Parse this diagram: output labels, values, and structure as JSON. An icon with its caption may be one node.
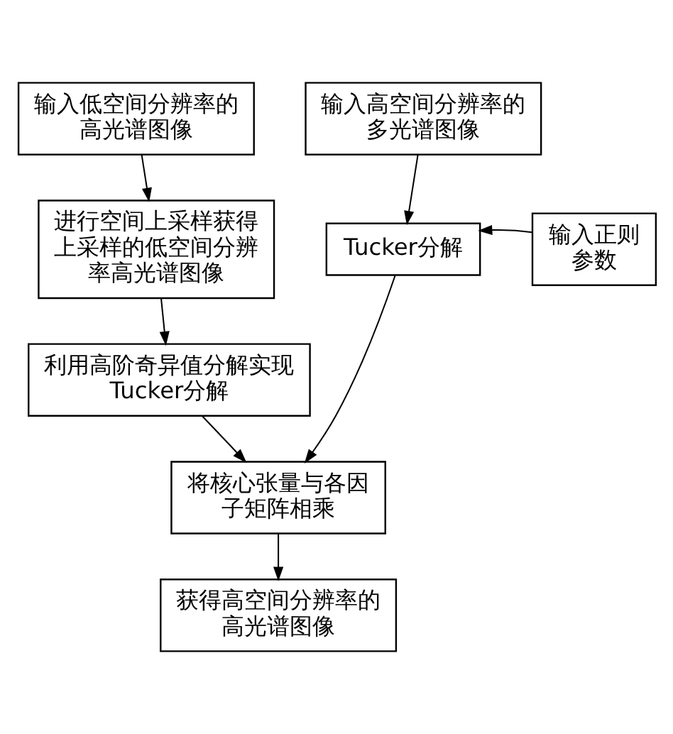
{
  "diagram": {
    "nodes": [
      {
        "text": [
          "输入低空间分辨率的高光谱图像"
        ]
      },
      {
        "text": [
          "输入高空间分辨率的多光谱图像"
        ]
      },
      {
        "text": [
          "进行空间上采样获得上采样的低空间分辨率高光谱图像"
        ]
      },
      {
        "text": [
          "Tucker分解"
        ]
      },
      {
        "text": [
          "输入正则参数"
        ]
      },
      {
        "text": [
          "利用高阶奇异值分解实现Tucker分解"
        ]
      },
      {
        "text": [
          "将核心张量与各因子矩阵相乘"
        ]
      },
      {
        "text": [
          "获得高空间分辨率的高光谱图像"
        ]
      }
    ],
    "edges": [
      {
        "from": 0,
        "to": 2,
        "arrow": "to"
      },
      {
        "from": 2,
        "to": 5,
        "arrow": "to"
      },
      {
        "from": 1,
        "to": 3,
        "arrow": "to"
      },
      {
        "from": 4,
        "to": 3,
        "arrow": "to"
      },
      {
        "from": 5,
        "to": 6,
        "arrow": "to"
      },
      {
        "from": 3,
        "to": 6,
        "arrow": "to"
      },
      {
        "from": 6,
        "to": 7,
        "arrow": "to"
      }
    ]
  }
}
